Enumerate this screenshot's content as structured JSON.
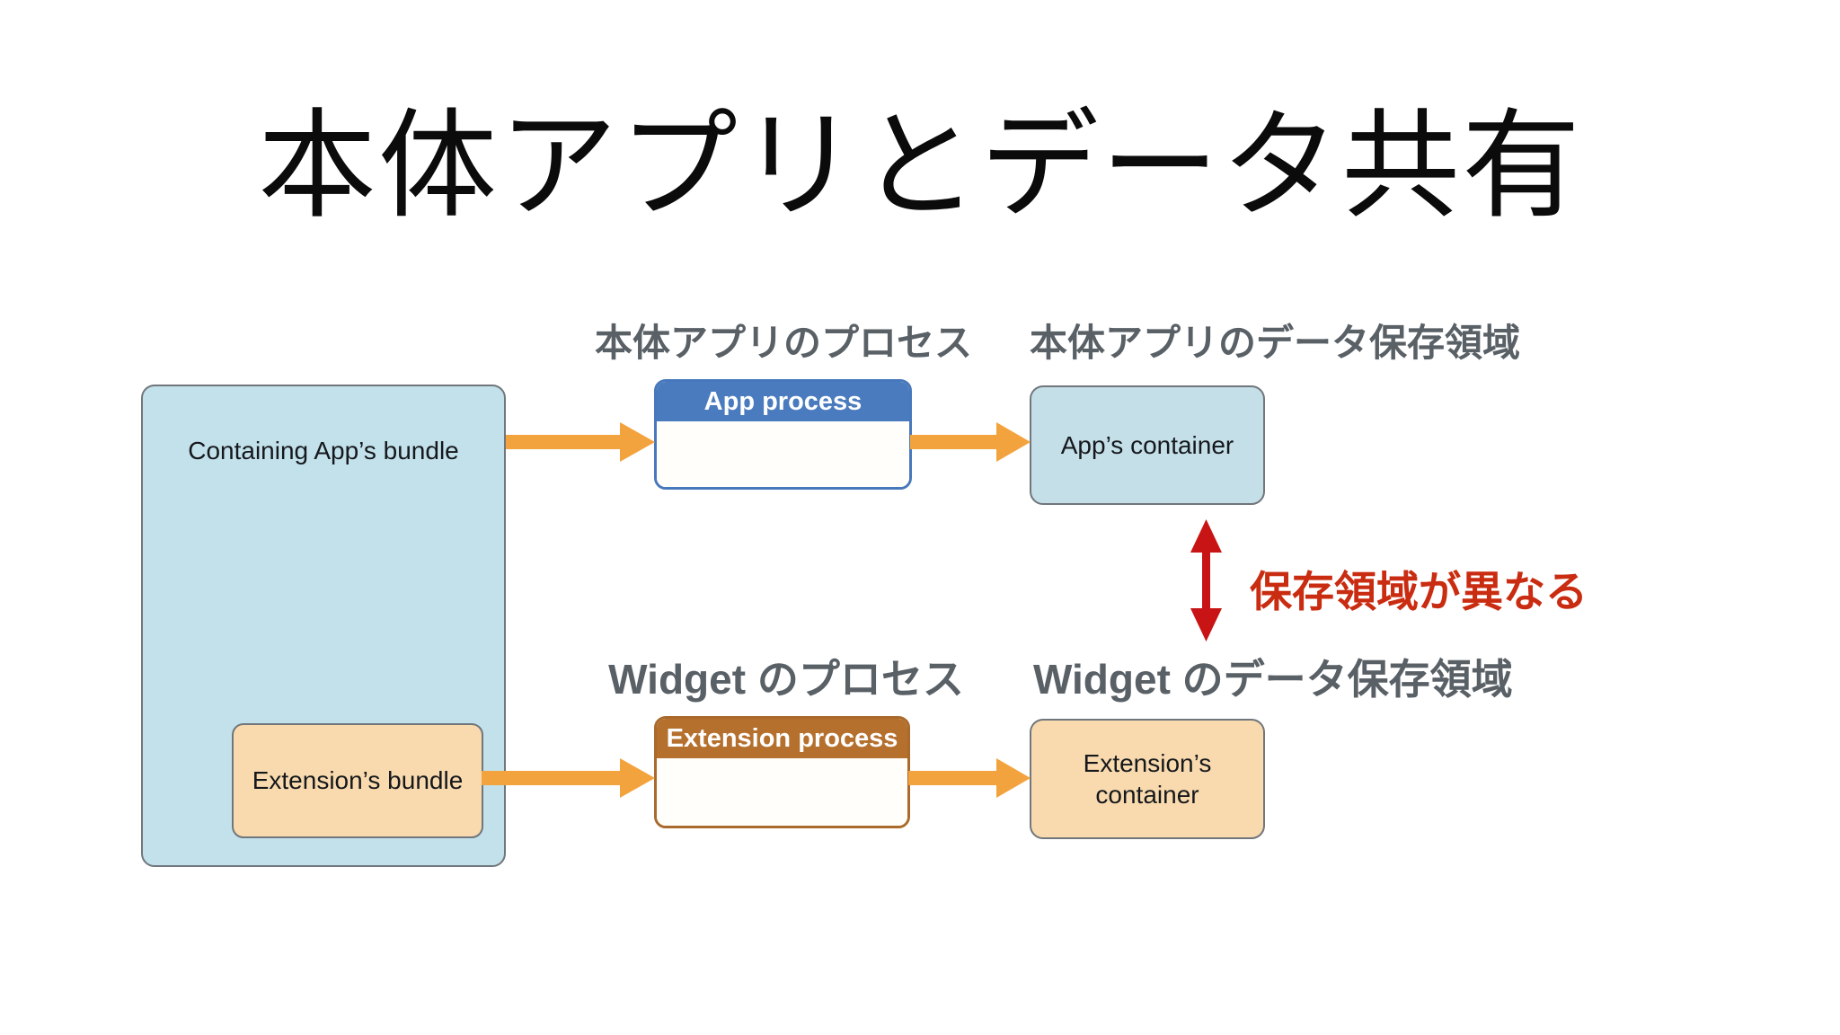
{
  "title": "本体アプリとデータ共有",
  "captions": {
    "app_process": "本体アプリのプロセス",
    "app_storage": "本体アプリのデータ保存領域",
    "widget_process": "Widget のプロセス",
    "widget_storage": "Widget のデータ保存領域"
  },
  "note": "保存領域が異なる",
  "diagram": {
    "containing_bundle": "Containing App’s bundle",
    "extension_bundle": "Extension’s bundle",
    "app_process": "App process",
    "extension_process": "Extension process",
    "app_container": "App’s container",
    "extension_container": "Extension’s container"
  },
  "colors": {
    "arrow_orange": "#F3A33D",
    "red_arrow": "#C81414",
    "note_red": "#C92C10",
    "blue_header": "#4A7BBE",
    "blue_border": "#4878BC",
    "brown_header": "#B5702E",
    "brown_border": "#A96A2C",
    "light_blue": "#C3E1EB",
    "container_blue": "#C4DFE8",
    "peach": "#F9DAAE",
    "caption_gray": "#596066",
    "box_border_gray": "#70767B",
    "title_black": "#0B0B0C",
    "box_text": "#15181C",
    "process_body": "#FFFEFA"
  }
}
